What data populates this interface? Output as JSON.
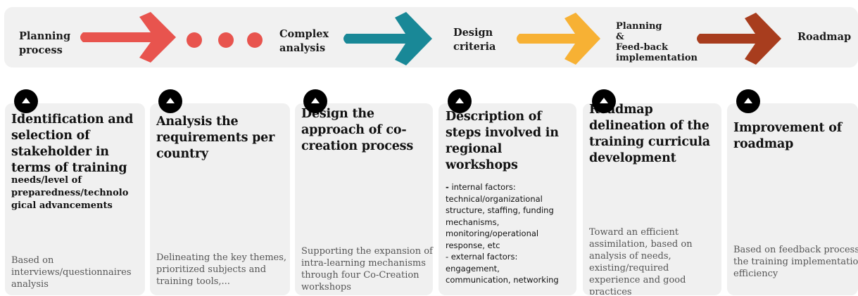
{
  "colors": {
    "arrow_red": "#e8544e",
    "arrow_teal": "#198897",
    "arrow_yellow": "#f7b134",
    "arrow_brown": "#a83d1e",
    "band": "#f1f1f1",
    "card": "#f0f0f0"
  },
  "stages": [
    {
      "label": "Planning\nprocess",
      "arrow": "red"
    },
    {
      "label": "Complex\nanalysis",
      "arrow": "teal"
    },
    {
      "label": "Design\ncriteria",
      "arrow": "yellow"
    },
    {
      "label": "Planning\n&\nFeed-back\nimplementation",
      "arrow": "brown"
    },
    {
      "label": "Roadmap"
    }
  ],
  "dots": 3,
  "cards": [
    {
      "title": "Identification and\nselection of\nstakeholder in\nterms of training",
      "subtitle": "needs/level of\npreparedness/technolo\ngical advancements",
      "description": "Based on\ninterviews/questionnaires\nanalysis"
    },
    {
      "title": "Analysis the\nrequirements per\ncountry",
      "description": "Delineating the key themes,\nprioritized subjects and\ntraining tools,..."
    },
    {
      "title": "Design the\napproach of co-\ncreation process",
      "description": "Supporting the expansion of\nintra-learning mechanisms\nthrough four Co-Creation\nworkshops"
    },
    {
      "title": "Description of\nsteps involved in\nregional\nworkshops",
      "factors": "internal factors:\ntechnical/organizational\nstructure, staffing, funding\nmechanisms,\nmonitoring/operational\nresponse, etc\n- external factors:\nengagement,\ncommunication, networking",
      "factors_dash": "-"
    },
    {
      "title": "Roadmap\ndelineation of the\ntraining curricula\ndevelopment",
      "description": "Toward an efficient\nassimilation, based on\nanalysis of needs,\nexisting/required\nexperience and good\npractices"
    },
    {
      "title": "Improvement of\nroadmap",
      "description": "Based on feedback process -\nthe training implementation\nefficiency"
    }
  ]
}
